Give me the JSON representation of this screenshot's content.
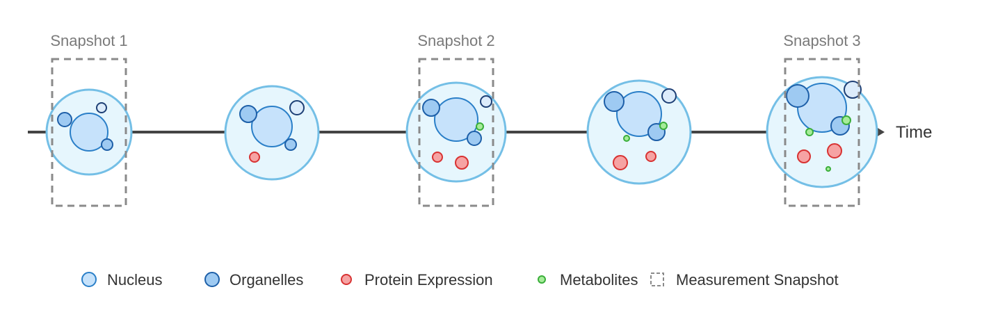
{
  "colors": {
    "cell_fill": "#e6f6fd",
    "cell_stroke": "#74bfe6",
    "nucleus_fill": "#c6e2fb",
    "nucleus_stroke": "#2a7fc8",
    "organelle_fill": "#9ecaf2",
    "organelle_stroke": "#1d5fa8",
    "vesicle_fill": "#dcecfb",
    "vesicle_stroke": "#1d3f75",
    "protein_fill": "#f6a3a3",
    "protein_stroke": "#d83232",
    "metabolite_fill": "#a6ec9a",
    "metabolite_stroke": "#3aae3a",
    "axis": "#444444",
    "snapshot_stroke": "#8a8a8a"
  },
  "axis": {
    "label": "Time"
  },
  "snapshots": [
    {
      "label": "Snapshot 1"
    },
    {
      "label": "Snapshot 2"
    },
    {
      "label": "Snapshot 3"
    }
  ],
  "legend": [
    {
      "key": "nucleus",
      "label": "Nucleus",
      "icon": "light-blue-circle"
    },
    {
      "key": "organelles",
      "label": "Organelles",
      "icon": "blue-circle"
    },
    {
      "key": "protein",
      "label": "Protein Expression",
      "icon": "red-circle"
    },
    {
      "key": "metabolites",
      "label": "Metabolites",
      "icon": "green-circle"
    },
    {
      "key": "snapshot",
      "label": "Measurement Snapshot",
      "icon": "dashed-square"
    }
  ]
}
